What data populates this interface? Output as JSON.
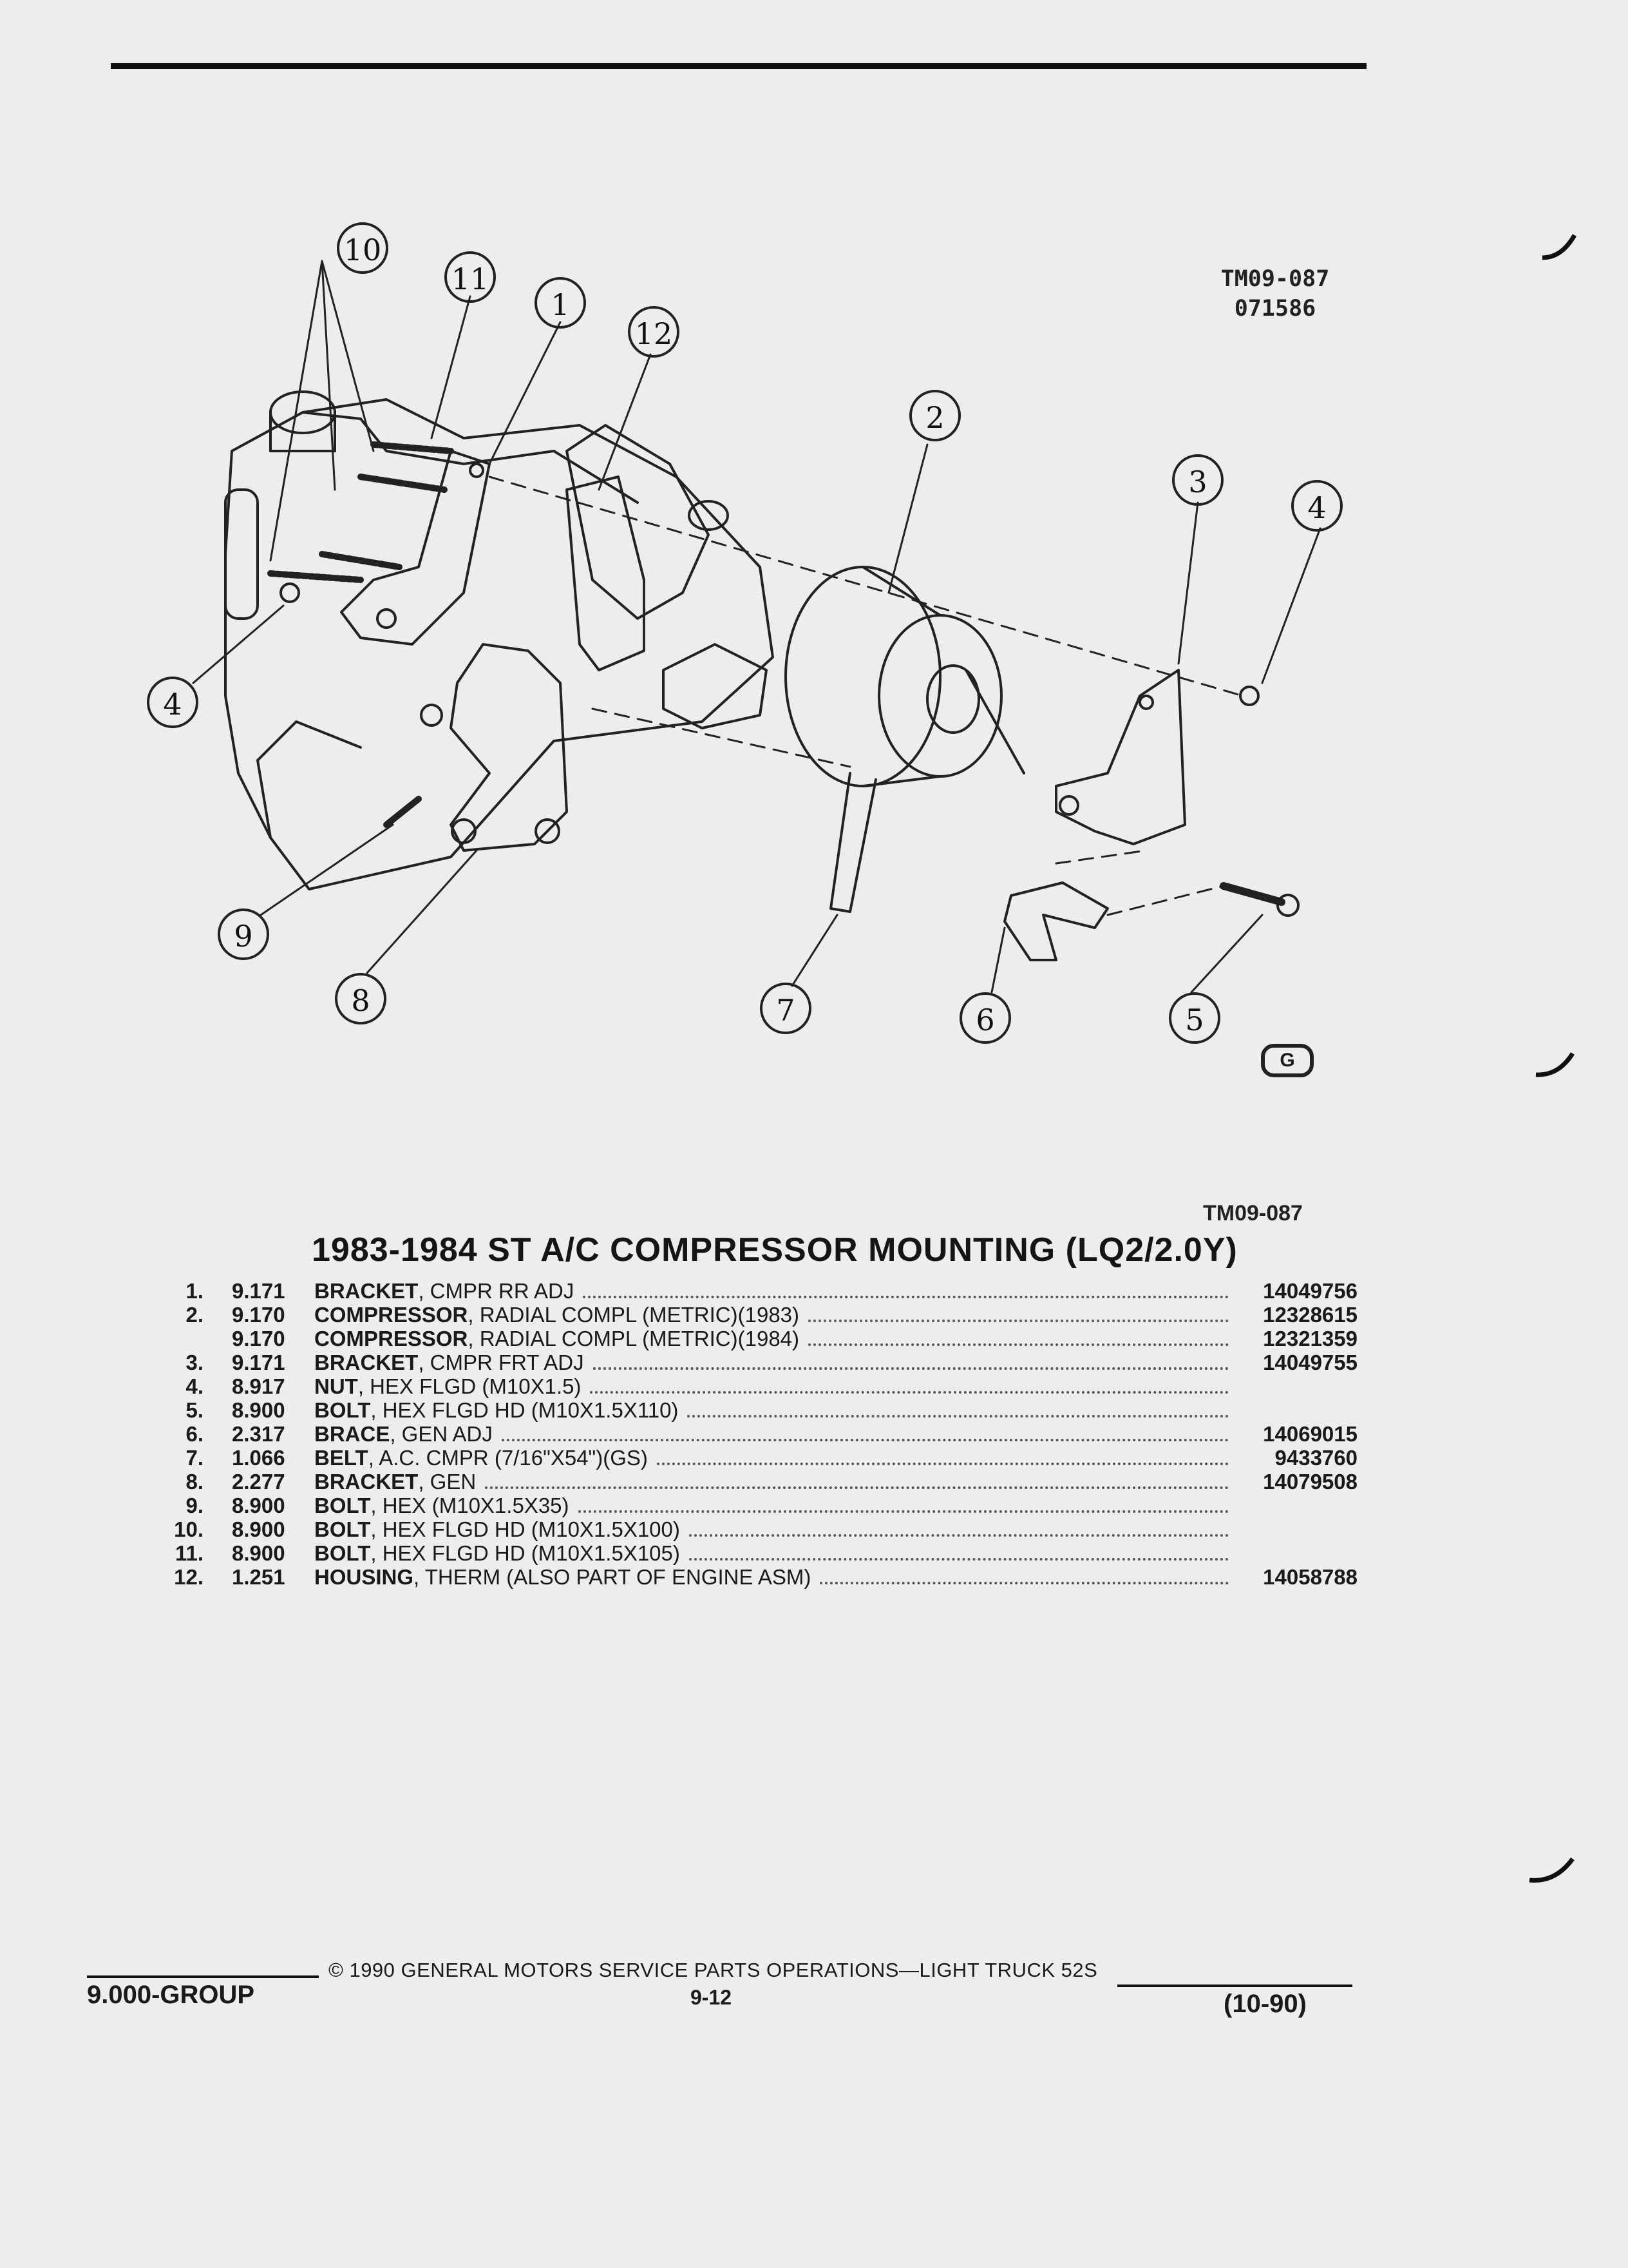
{
  "header": {
    "drawing_code": "TM09-087",
    "drawing_date": "071586"
  },
  "diagram": {
    "callouts": [
      "10",
      "11",
      "1",
      "12",
      "2",
      "3",
      "4",
      "4",
      "9",
      "8",
      "7",
      "6",
      "5"
    ],
    "logo": "G"
  },
  "figure_code": "TM09-087",
  "title": "1983-1984 ST A/C COMPRESSOR MOUNTING (LQ2/2.0Y)",
  "parts": [
    {
      "num": "1.",
      "group": "9.171",
      "name": "BRACKET",
      "detail": ", CMPR RR ADJ",
      "part_no": "14049756"
    },
    {
      "num": "2.",
      "group": "9.170",
      "name": "COMPRESSOR",
      "detail": ", RADIAL COMPL (METRIC)(1983)",
      "part_no": "12328615"
    },
    {
      "num": "",
      "group": "9.170",
      "name": "COMPRESSOR",
      "detail": ", RADIAL COMPL (METRIC)(1984)",
      "part_no": "12321359"
    },
    {
      "num": "3.",
      "group": "9.171",
      "name": "BRACKET",
      "detail": ", CMPR FRT ADJ",
      "part_no": "14049755"
    },
    {
      "num": "4.",
      "group": "8.917",
      "name": "NUT",
      "detail": ", HEX FLGD (M10X1.5)",
      "part_no": ""
    },
    {
      "num": "5.",
      "group": "8.900",
      "name": "BOLT",
      "detail": ", HEX FLGD HD (M10X1.5X110)",
      "part_no": ""
    },
    {
      "num": "6.",
      "group": "2.317",
      "name": "BRACE",
      "detail": ", GEN ADJ",
      "part_no": "14069015"
    },
    {
      "num": "7.",
      "group": "1.066",
      "name": "BELT",
      "detail": ", A.C. CMPR (7/16\"X54\")(GS)",
      "part_no": "9433760"
    },
    {
      "num": "8.",
      "group": "2.277",
      "name": "BRACKET",
      "detail": ", GEN",
      "part_no": "14079508"
    },
    {
      "num": "9.",
      "group": "8.900",
      "name": "BOLT",
      "detail": ", HEX (M10X1.5X35)",
      "part_no": ""
    },
    {
      "num": "10.",
      "group": "8.900",
      "name": "BOLT",
      "detail": ", HEX FLGD HD (M10X1.5X100)",
      "part_no": ""
    },
    {
      "num": "11.",
      "group": "8.900",
      "name": "BOLT",
      "detail": ", HEX FLGD HD (M10X1.5X105)",
      "part_no": ""
    },
    {
      "num": "12.",
      "group": "1.251",
      "name": "HOUSING",
      "detail": ", THERM (ALSO PART OF ENGINE ASM)",
      "part_no": "14058788"
    }
  ],
  "footer": {
    "group": "9.000-GROUP",
    "copyright": "© 1990 GENERAL MOTORS SERVICE PARTS OPERATIONS—LIGHT TRUCK 52S",
    "page": "9-12",
    "date": "(10-90)"
  }
}
